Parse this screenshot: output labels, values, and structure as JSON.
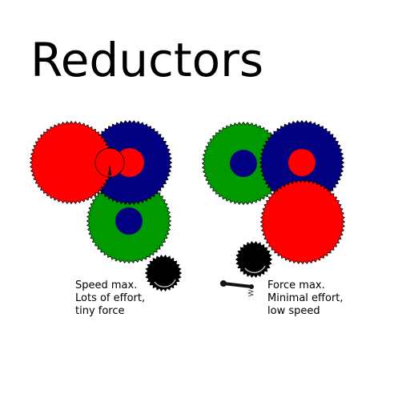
{
  "title": "Reductors",
  "captions": {
    "speed": {
      "line1": "Speed max.",
      "line2": "Lots of effort,",
      "line3": "tiny force"
    },
    "force": {
      "line1": "Force max.",
      "line2": "Minimal effort,",
      "line3": "low speed"
    }
  },
  "colors": {
    "red": "#ff0000",
    "navy": "#000080",
    "green": "#009900",
    "black": "#000000",
    "crank": "#111111"
  },
  "icons": {
    "crank": "crank-handle-icon",
    "spring": "spring-icon"
  }
}
